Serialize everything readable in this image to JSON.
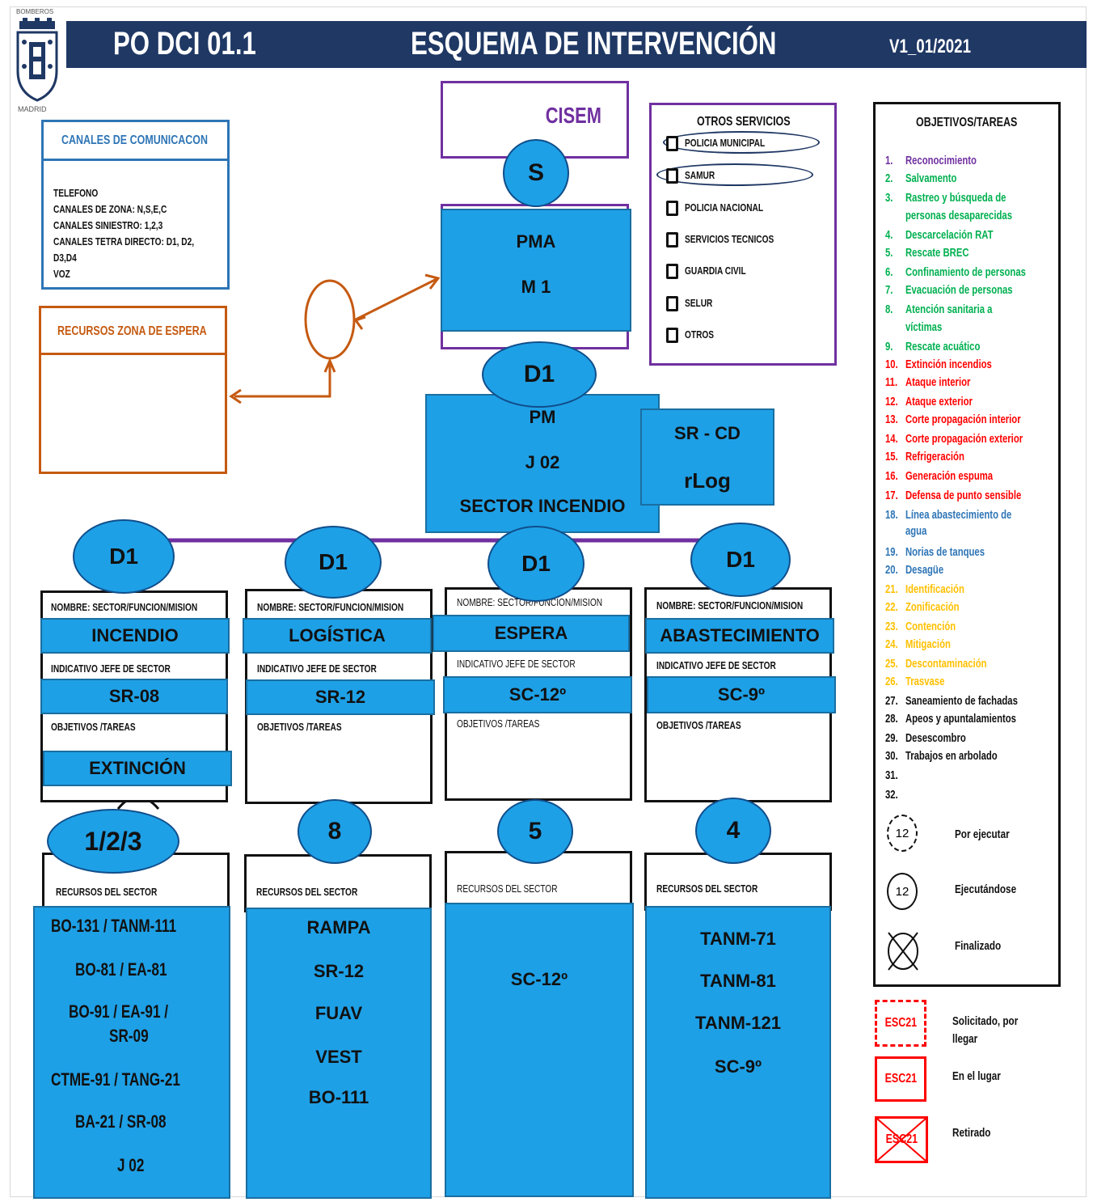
{
  "logo": {
    "top_text": "BOMBEROS",
    "bottom_text": "MADRID"
  },
  "header": {
    "code": "PO DCI 01.1",
    "title": "ESQUEMA DE INTERVENCIÓN",
    "version": "V1_01/2021"
  },
  "cisem": {
    "label": "CISEM",
    "badge": "S"
  },
  "pma": {
    "line1": "PMA",
    "line2": "M 1"
  },
  "pm": {
    "badge": "D1",
    "line1": "PM",
    "line2": "J 02",
    "line3": "SECTOR INCENDIO"
  },
  "srcd": {
    "line1": "SR - CD",
    "line2": "rLog"
  },
  "canales": {
    "title": "CANALES DE COMUNICACON",
    "lines": [
      "TELEFONO",
      "CANALES DE ZONA: N,S,E,C",
      "CANALES SINIESTRO: 1,2,3",
      "CANALES TETRA DIRECTO: D1, D2,",
      "D3,D4",
      "VOZ"
    ]
  },
  "espera_zone": {
    "title": "RECURSOS ZONA DE ESPERA"
  },
  "otros": {
    "title": "OTROS SERVICIOS",
    "items": [
      "POLICIA MUNICIPAL",
      "SAMUR",
      "POLICIA NACIONAL",
      "SERVICIOS TECNICOS",
      "GUARDIA CIVIL",
      "SELUR",
      "OTROS"
    ]
  },
  "sector_labels": {
    "nombre": "NOMBRE: SECTOR/FUNCION/MISION",
    "indicativo": "INDICATIVO JEFE DE SECTOR",
    "objetivos": "OBJETIVOS /TAREAS",
    "recursos": "RECURSOS DEL SECTOR"
  },
  "sectors": [
    {
      "badge": "D1",
      "name": "INCENDIO",
      "jefe": "SR-08",
      "objetivo": "EXTINCIÓN",
      "num": "1/2/3",
      "recursos": [
        "BO-131 / TANM-111",
        "BO-81 / EA-81",
        "BO-91 / EA-91 /",
        "SR-09",
        "CTME-91 / TANG-21",
        "BA-21 / SR-08",
        "J 02"
      ]
    },
    {
      "badge": "D1",
      "name": "LOGÍSTICA",
      "jefe": "SR-12",
      "objetivo": "",
      "num": "8",
      "recursos": [
        "RAMPA",
        "SR-12",
        "FUAV",
        "VEST",
        "BO-111"
      ]
    },
    {
      "badge": "D1",
      "name": "ESPERA",
      "jefe": "SC-12º",
      "objetivo": "",
      "num": "5",
      "recursos": [
        "SC-12º"
      ]
    },
    {
      "badge": "D1",
      "name": "ABASTECIMIENTO",
      "jefe": "SC-9º",
      "objetivo": "",
      "num": "4",
      "recursos": [
        "TANM-71",
        "TANM-81",
        "TANM-121",
        "SC-9º"
      ]
    }
  ],
  "objetivos": {
    "title": "OBJETIVOS/TAREAS",
    "items": [
      {
        "n": "1.",
        "t": "Reconocimiento",
        "c": "#7030a0"
      },
      {
        "n": "2.",
        "t": "Salvamento",
        "c": "#00b050"
      },
      {
        "n": "3.",
        "t": "Rastreo y búsqueda de",
        "c": "#00b050"
      },
      {
        "n": "",
        "t": "personas desaparecidas",
        "c": "#00b050"
      },
      {
        "n": "4.",
        "t": "Descarcelación RAT",
        "c": "#00b050"
      },
      {
        "n": "5.",
        "t": "Rescate  BREC",
        "c": "#00b050"
      },
      {
        "n": "6.",
        "t": "Confinamiento de personas",
        "c": "#00b050"
      },
      {
        "n": "7.",
        "t": "Evacuación de personas",
        "c": "#00b050"
      },
      {
        "n": "8.",
        "t": "Atención sanitaria a",
        "c": "#00b050"
      },
      {
        "n": "",
        "t": "víctimas",
        "c": "#00b050"
      },
      {
        "n": "9.",
        "t": "Rescate acuático",
        "c": "#00b050"
      },
      {
        "n": "10.",
        "t": "Extinción incendios",
        "c": "#ff0000"
      },
      {
        "n": "11.",
        "t": "Ataque interior",
        "c": "#ff0000"
      },
      {
        "n": "12.",
        "t": "Ataque exterior",
        "c": "#ff0000"
      },
      {
        "n": "13.",
        "t": "Corte propagación interior",
        "c": "#ff0000"
      },
      {
        "n": "14.",
        "t": "Corte propagación exterior",
        "c": "#ff0000"
      },
      {
        "n": "15.",
        "t": "Refrigeración",
        "c": "#ff0000"
      },
      {
        "n": "16.",
        "t": "Generación espuma",
        "c": "#ff0000"
      },
      {
        "n": "17.",
        "t": "Defensa de punto sensible",
        "c": "#ff0000"
      },
      {
        "n": "18.",
        "t": "Línea abastecimiento de",
        "c": "#2e75b6"
      },
      {
        "n": "",
        "t": "agua",
        "c": "#2e75b6"
      },
      {
        "n": "19.",
        "t": "Norias de tanques",
        "c": "#2e75b6"
      },
      {
        "n": "20.",
        "t": "Desagüe",
        "c": "#2e75b6"
      },
      {
        "n": "21.",
        "t": "Identificación",
        "c": "#ffc000"
      },
      {
        "n": "22.",
        "t": "Zonificación",
        "c": "#ffc000"
      },
      {
        "n": "23.",
        "t": "Contención",
        "c": "#ffc000"
      },
      {
        "n": "24.",
        "t": "Mitigación",
        "c": "#ffc000"
      },
      {
        "n": "25.",
        "t": "Descontaminación",
        "c": "#ffc000"
      },
      {
        "n": "26.",
        "t": "Trasvase",
        "c": "#ffc000"
      },
      {
        "n": "27.",
        "t": "Saneamiento de fachadas",
        "c": "#111111"
      },
      {
        "n": "28.",
        "t": "Apeos y apuntalamientos",
        "c": "#111111"
      },
      {
        "n": "29.",
        "t": "Desescombro",
        "c": "#111111"
      },
      {
        "n": "30.",
        "t": "Trabajos en arbolado",
        "c": "#111111"
      },
      {
        "n": "31.",
        "t": "",
        "c": "#111111"
      },
      {
        "n": "32.",
        "t": "",
        "c": "#111111"
      }
    ],
    "legend": [
      {
        "num": "12",
        "label": "Por ejecutar"
      },
      {
        "num": "12",
        "label": "Ejecutándose"
      },
      {
        "num": "",
        "label": "Finalizado"
      }
    ]
  },
  "esc_legend": [
    {
      "code": "ESC21",
      "label1": "Solicitado, por",
      "label2": "llegar"
    },
    {
      "code": "ESC21",
      "label1": "En el lugar",
      "label2": ""
    },
    {
      "code": "ESC21",
      "label1": "Retirado",
      "label2": ""
    }
  ],
  "colors": {
    "header": "#1f3864",
    "box_blue": "#1ea0e6",
    "purple": "#7030a0",
    "orange": "#c55a11",
    "comm_blue": "#2e75b6",
    "red": "#ff0000"
  }
}
